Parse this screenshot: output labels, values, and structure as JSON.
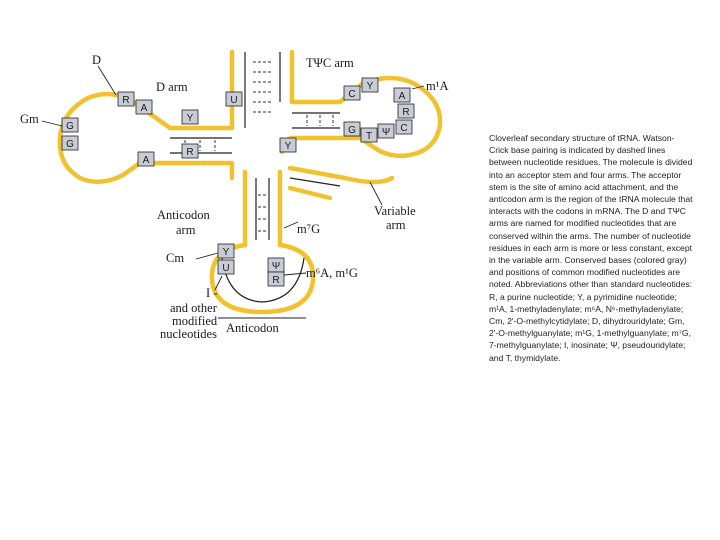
{
  "labels": {
    "d_top": "D",
    "d_arm": "D arm",
    "tpsic_arm": "TΨC arm",
    "m1a": "m¹A",
    "gm": "Gm",
    "anticodon_arm_1": "Anticodon",
    "anticodon_arm_2": "arm",
    "variable_arm_1": "Variable",
    "variable_arm_2": "arm",
    "m7g": "m⁷G",
    "cm": "Cm",
    "m6a_m1g": "m⁶A, m¹G",
    "i_dash": "I -",
    "and_other_1": "and other",
    "and_other_2": "modified",
    "and_other_3": "nucleotides",
    "anticodon": "Anticodon"
  },
  "nucleotides": {
    "d_arm_r": "R",
    "d_arm_a": "A",
    "d_left_g1": "G",
    "d_left_g2": "G",
    "d_stem_y": "Y",
    "d_stem_r": "R",
    "d_bottom_a": "A",
    "d_u": "U",
    "t_c": "C",
    "t_y": "Y",
    "t_a": "A",
    "t_r": "R",
    "t_c2": "C",
    "t_g": "G",
    "t_t": "T",
    "t_psi": "Ψ",
    "t_y2": "Y",
    "ac_y": "Y",
    "ac_u": "U",
    "ac_psi": "Ψ",
    "ac_r": "R"
  },
  "caption": "Cloverleaf secondary structure of tRNA. Watson-Crick base pairing is indicated by dashed lines between nucleotide residues. The molecule is divided into an acceptor stem and four arms. The acceptor stem is the site of amino acid attachment, and the anticodon arm is the region of the tRNA molecule that interacts with the codons in mRNA. The D and TΨC arms are named for modified nucleotides that are conserved within the arms. The number of nucleotide residues in each arm is more or less constant, except in the variable arm. Conserved bases (colored gray) and positions of common modified nucleotides are noted. Abbreviations other than standard nucleotides: R, a purine nucleotide; Y, a pyrimidine nucleotide; m¹A, 1-methyladenylate; m⁶A, N⁶-methyladenylate; Cm, 2'-O-methylcytidylate; D, dihydrouridylate; Gm, 2'-O-methylguanylate; m¹G, 1-methylguanylate; m⁷G, 7-methylguanylate; I, inosinate; Ψ, pseudouridylate; and T, thymidylate.",
  "colors": {
    "backbone": "#f2c22e",
    "conserved": "#c9ccd6",
    "line": "#222222"
  }
}
